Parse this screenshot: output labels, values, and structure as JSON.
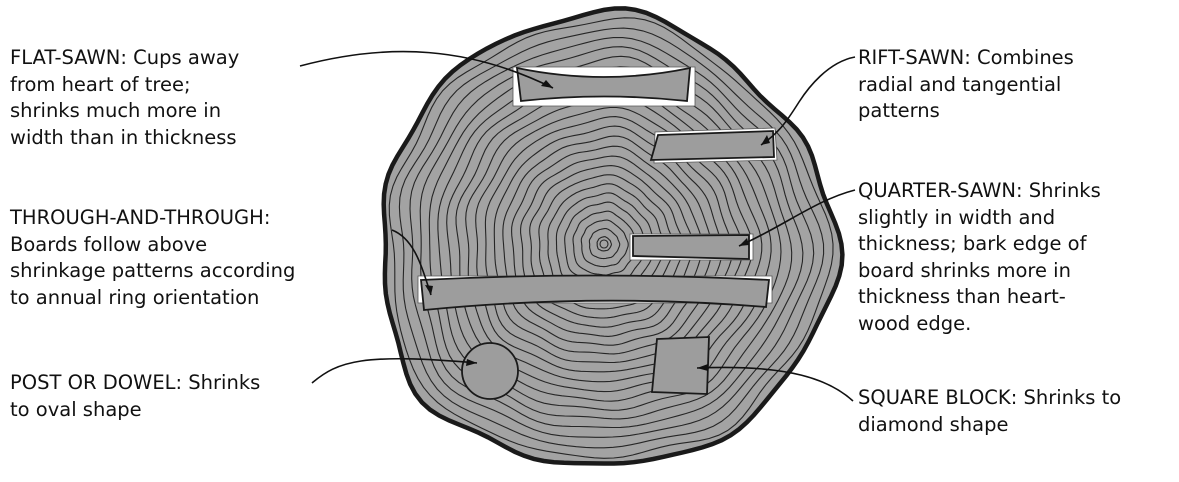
{
  "diagram": {
    "colors": {
      "log_fill": "#a3a3a3",
      "ring_stroke": "#262626",
      "bark_stroke": "#1a1a1a",
      "board_fill": "#9d9d9d",
      "gap_fill": "#ffffff",
      "text": "#111111"
    },
    "labels": {
      "flat_sawn": [
        "FLAT-SAWN: Cups away",
        "from heart of tree;",
        "shrinks much more in",
        "width than in thickness"
      ],
      "rift_sawn": [
        "RIFT-SAWN: Combines",
        "radial and tangential",
        "patterns"
      ],
      "quarter_sawn": [
        "QUARTER-SAWN: Shrinks",
        "slightly in width and",
        "thickness; bark edge of",
        "board shrinks more in",
        "thickness than heart-",
        "wood edge."
      ],
      "through_and_through": [
        "THROUGH-AND-THROUGH:",
        "Boards follow above",
        "shrinkage patterns according",
        "to annual ring orientation"
      ],
      "post_or_dowel": [
        "POST OR DOWEL: Shrinks",
        "to oval shape"
      ],
      "square_block": [
        "SQUARE BLOCK: Shrinks to",
        "diamond shape"
      ]
    }
  }
}
